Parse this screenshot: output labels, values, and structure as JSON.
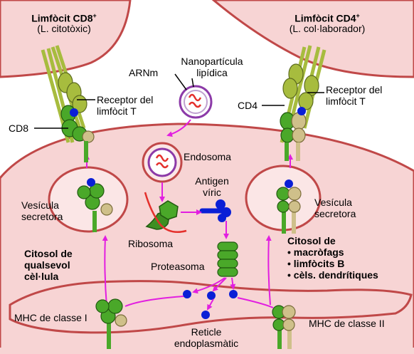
{
  "colors": {
    "cell_fill": "#f7d4d4",
    "cell_border": "#c04848",
    "mhc_green": "#4aa829",
    "tcr_olive": "#a7bc3e",
    "beige": "#cfc08a",
    "antigen_blue": "#0a1fd6",
    "arrow_magenta": "#e21ee0",
    "nanoparticle": "#8c3aa8",
    "rna_red": "#e4302c"
  },
  "cd8_cell": {
    "title": "Limfòcit CD8",
    "title_sup": "+",
    "subtitle": "(L. citotòxic)",
    "coreceptor_label": "CD8",
    "receptor_label": [
      "Receptor del",
      "limfòcit T"
    ]
  },
  "cd4_cell": {
    "title": "Limfòcit CD4",
    "title_sup": "+",
    "subtitle": "(L. col·laborador)",
    "coreceptor_label": "CD4",
    "receptor_label": [
      "Receptor del",
      "limfòcit T"
    ]
  },
  "labels": {
    "mrna": "ARNm",
    "nanoparticle": [
      "Nanopartícula",
      "lipídica"
    ],
    "endosome": "Endosoma",
    "viral_antigen": [
      "Antigen",
      "víric"
    ],
    "ribosome": "Ribosoma",
    "proteasome": "Proteasoma",
    "secretory_vesicle_left": [
      "Vesícula",
      "secretora"
    ],
    "secretory_vesicle_right": [
      "Vesícula",
      "secretora"
    ],
    "cytosol_any": [
      "Citosol de",
      "qualsevol",
      "cèl·lula"
    ],
    "cytosol_apc": [
      "Citosol de",
      "• macròfags",
      "• limfòcits B",
      "• cèls. dendrítiques"
    ],
    "mhc_class_1": "MHC de classe I",
    "mhc_class_2": "MHC de classe II",
    "er": [
      "Reticle",
      "endoplasmàtic"
    ]
  }
}
